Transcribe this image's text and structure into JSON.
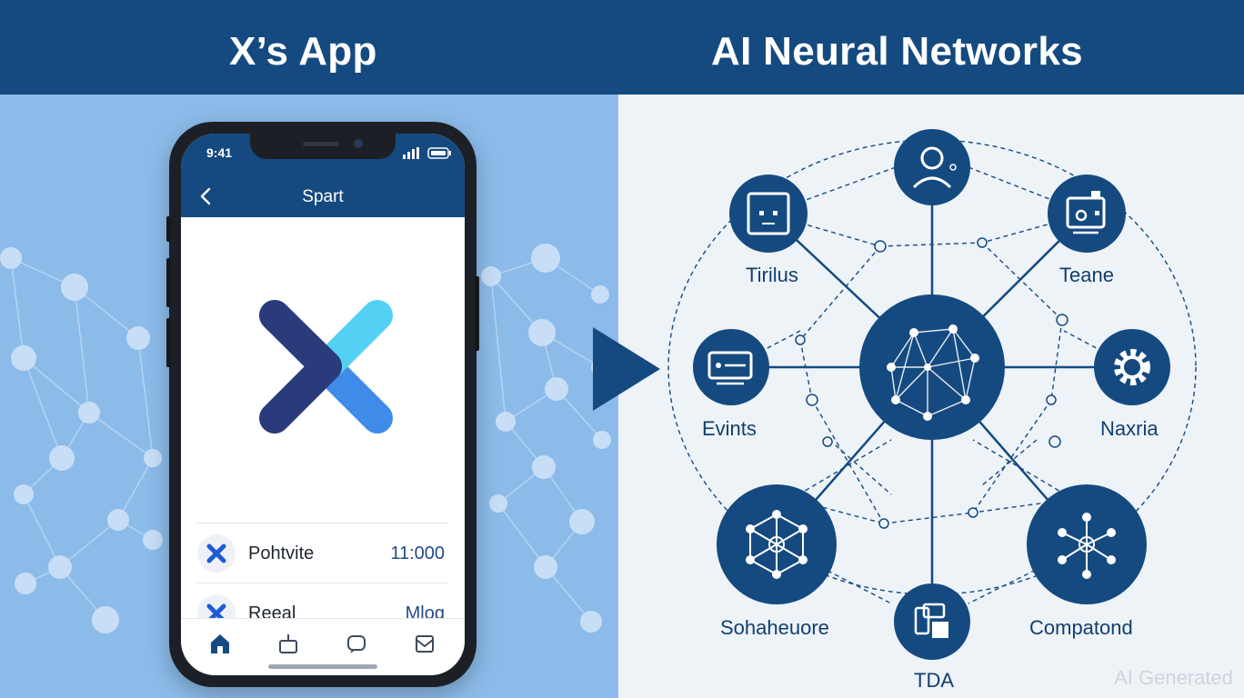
{
  "headers": {
    "left": "X’s App",
    "right": "AI Neural Networks"
  },
  "phone": {
    "time": "9:41",
    "nav_title": "Spart",
    "rows": [
      {
        "label": "Pohtvite",
        "value": "11:000"
      },
      {
        "label": "Reeal",
        "value": "Mlog"
      }
    ]
  },
  "network": {
    "labels": {
      "top_left": "Tirilus",
      "top_right": "Teane",
      "mid_left": "Evints",
      "mid_right": "Naxria",
      "bottom_left": "Sohaheuore",
      "bottom_right": "Compatond",
      "bottom_center": "TDA"
    }
  },
  "watermark": "AI Generated",
  "colors": {
    "header": "#154a80",
    "left_bg": "#8cbbe9",
    "node": "#154a80",
    "logo_dark": "#2b3a7a",
    "logo_blue": "#3f8be8",
    "logo_cyan": "#55d0f5"
  }
}
